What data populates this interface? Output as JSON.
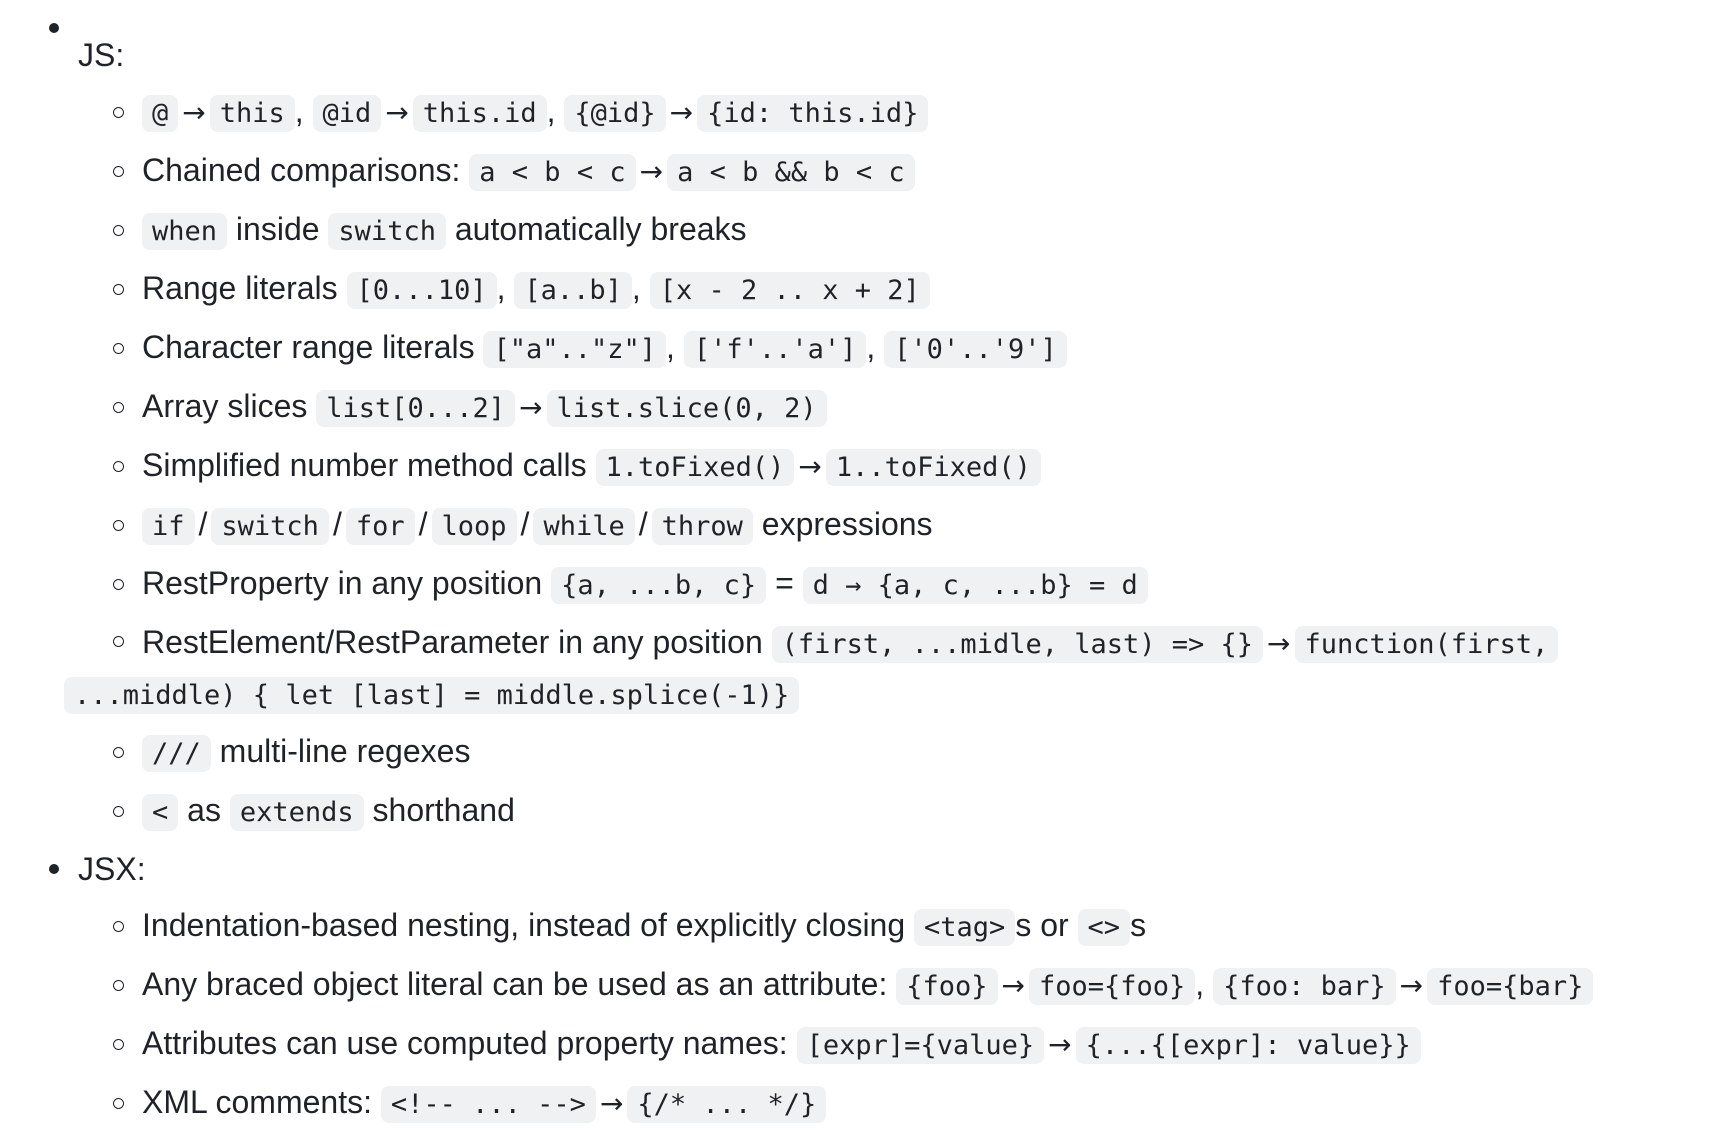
{
  "js": {
    "heading": "JS:",
    "items": [
      {
        "parts": [
          "@",
          "→",
          "this",
          ",",
          "@id",
          "→",
          "this.id",
          ",",
          "{@id}",
          "→",
          "{id: this.id}"
        ]
      },
      {
        "text": "Chained comparisons:",
        "parts": [
          "a < b < c",
          "→",
          "a < b && b < c"
        ]
      },
      {
        "parts": [
          "when",
          "inside",
          "switch",
          "automatically breaks"
        ]
      },
      {
        "text": "Range literals",
        "parts": [
          "[0...10]",
          ",",
          "[a..b]",
          ",",
          "[x - 2 .. x + 2]"
        ]
      },
      {
        "text": "Character range literals",
        "parts": [
          "[\"a\"..\"z\"]",
          ",",
          "['f'..'a']",
          ",",
          "['0'..'9']"
        ]
      },
      {
        "text": "Array slices",
        "parts": [
          "list[0...2]",
          "→",
          "list.slice(0, 2)"
        ]
      },
      {
        "text": "Simplified number method calls",
        "parts": [
          "1.toFixed()",
          "→",
          "1..toFixed()"
        ]
      },
      {
        "parts": [
          "if",
          "/",
          "switch",
          "/",
          "for",
          "/",
          "loop",
          "/",
          "while",
          "/",
          "throw",
          "expressions"
        ]
      },
      {
        "text": "RestProperty in any position",
        "parts": [
          "{a, ...b, c}",
          "=",
          "d → {a, c, ...b} = d"
        ]
      },
      {
        "text": "RestElement/RestParameter in any position",
        "parts": [
          "(first, ...midle, last) => {}",
          "→",
          "function(first, ...middle) { let [last] = middle.splice(-1)}"
        ]
      },
      {
        "parts": [
          "///",
          "multi-line regexes"
        ]
      },
      {
        "parts": [
          "<",
          "as",
          "extends",
          "shorthand"
        ]
      }
    ]
  },
  "jsx": {
    "heading": "JSX:",
    "items": [
      {
        "text": "Indentation-based nesting, instead of explicitly closing",
        "parts": [
          "<tag>",
          "s or",
          "<>",
          "s"
        ]
      },
      {
        "text": "Any braced object literal can be used as an attribute:",
        "parts": [
          "{foo}",
          "→",
          "foo={foo}",
          ",",
          "{foo: bar}",
          "→",
          "foo={bar}"
        ]
      },
      {
        "text": "Attributes can use computed property names:",
        "parts": [
          "[expr]={value}",
          "→",
          "{...{[expr]: value}}"
        ]
      },
      {
        "text": "XML comments:",
        "parts": [
          "<!-- ... -->",
          "→",
          "{/* ... */}"
        ]
      }
    ]
  }
}
